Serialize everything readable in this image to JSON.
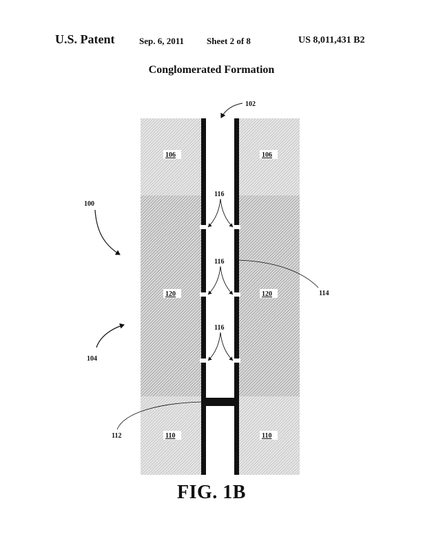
{
  "header": {
    "left": "U.S. Patent",
    "date": "Sep. 6, 2011",
    "sheet": "Sheet 2 of 8",
    "patent_number": "US 8,011,431 B2"
  },
  "title": "Conglomerated Formation",
  "figure_caption": "FIG. 1B",
  "labels": {
    "well_top": "102",
    "system": "100",
    "formation": "104",
    "upper_layer": "106",
    "middle_layer": "120",
    "lower_layer": "110",
    "perforations": "116",
    "casing": "114",
    "plug": "112"
  }
}
